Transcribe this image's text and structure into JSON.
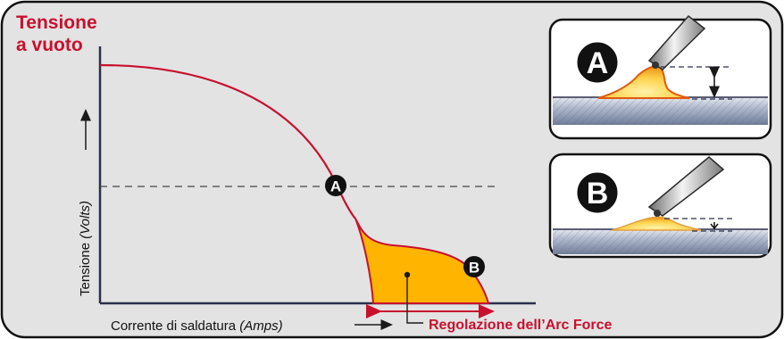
{
  "labels": {
    "open_circuit_line1": "Tensione",
    "open_circuit_line2": "a vuoto",
    "y_axis_main": "Tensione",
    "y_axis_unit": "(Volts)",
    "x_axis_main": "Corrente di saldatura",
    "x_axis_unit": "(Amps)",
    "arc_force_range": "Regolazione dell’Arc Force"
  },
  "points": {
    "a": "A",
    "b": "B"
  },
  "insets": [
    {
      "marker": "A",
      "description": "long arc length"
    },
    {
      "marker": "B",
      "description": "short arc length"
    }
  ],
  "colors": {
    "accent_red": "#c8102e",
    "fill_orange": "#ffb400",
    "axis": "#2b2f4a",
    "background": "#e3e3e3",
    "panel": "#ffffff",
    "plate": "#7f8fb0"
  }
}
